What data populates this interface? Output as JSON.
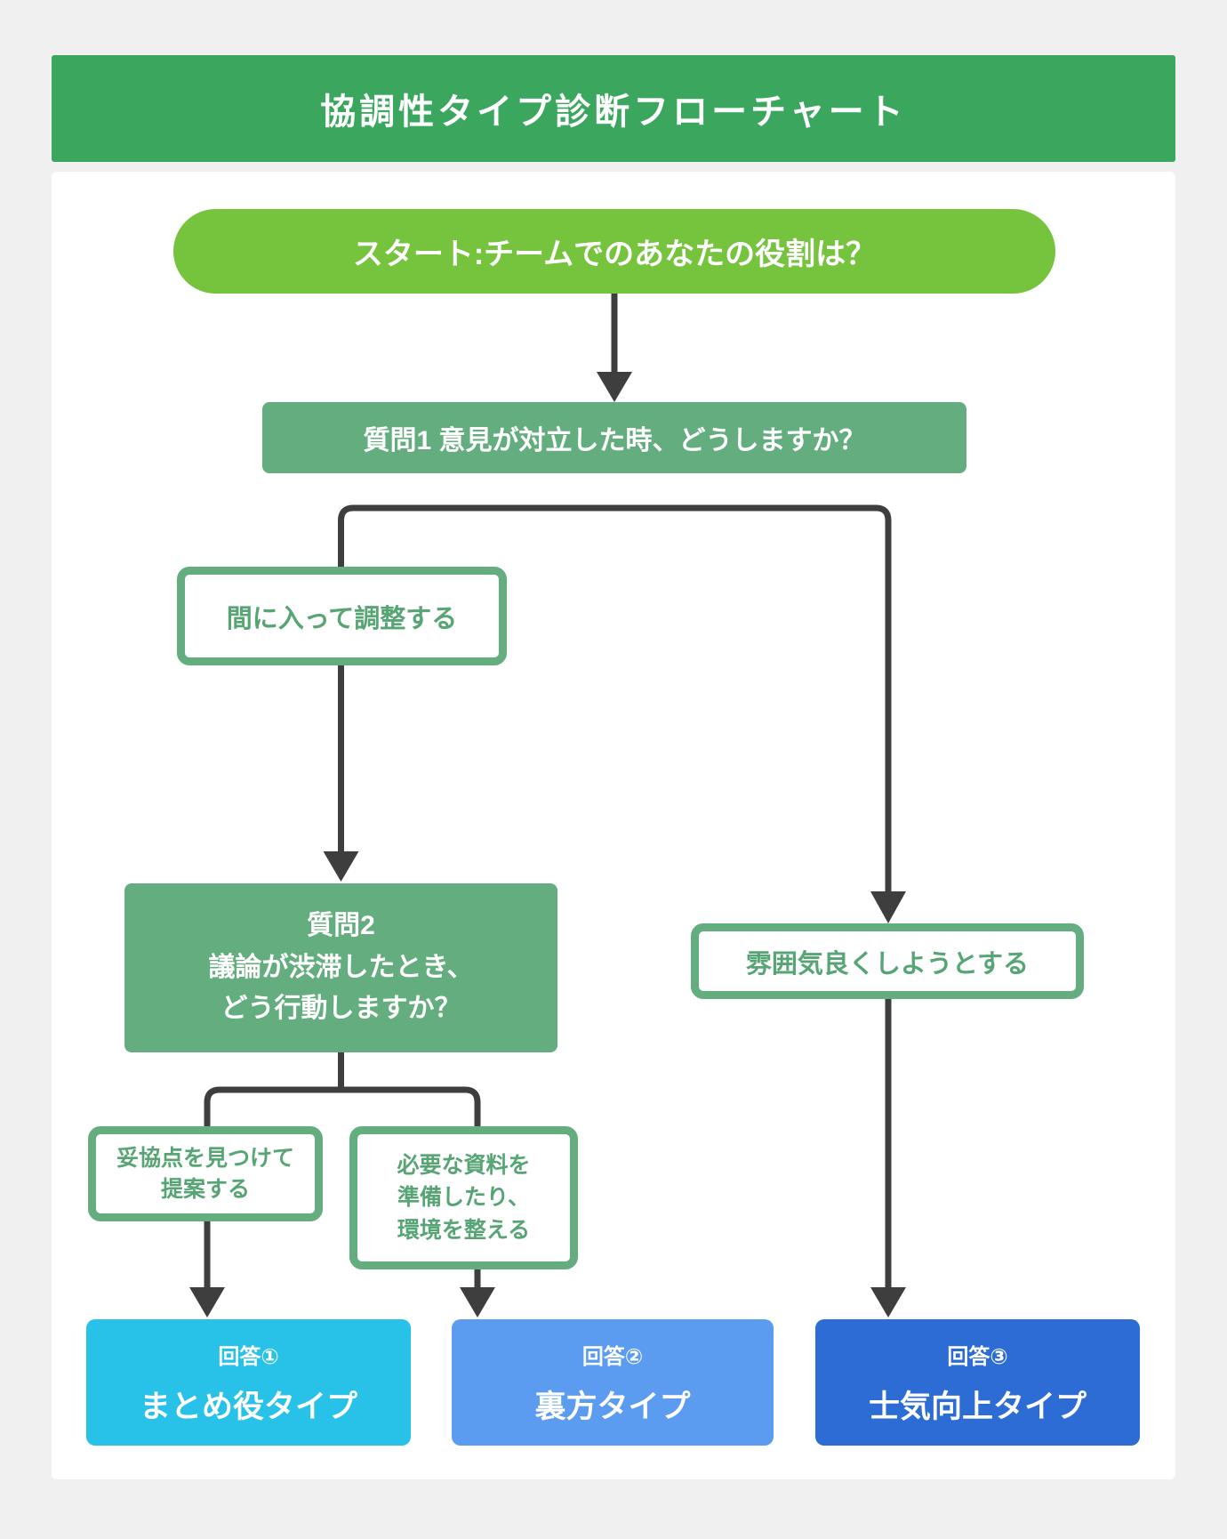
{
  "header": {
    "title": "協調性タイプ診断フローチャート"
  },
  "flow": {
    "start": {
      "label": "スタート:チームでのあなたの役割は？"
    },
    "q1": {
      "label": "質問1 意見が対立した時、どうしますか？"
    },
    "q1_options": {
      "mediate": {
        "label": "間に入って調整する"
      },
      "mood": {
        "label": "雰囲気良くしようとする"
      }
    },
    "q2": {
      "label": "質問2\n議論が渋滞したとき、\nどう行動しますか？"
    },
    "q2_options": {
      "compromise": {
        "label": "妥協点を見つけて\n提案する"
      },
      "prepare": {
        "label": "必要な資料を\n準備したり、\n環境を整える"
      }
    },
    "results": [
      {
        "badge": "回答①",
        "label": "まとめ役タイプ",
        "color": "#28c2e9"
      },
      {
        "badge": "回答②",
        "label": "裏方タイプ",
        "color": "#5b9bf0"
      },
      {
        "badge": "回答③",
        "label": "士気向上タイプ",
        "color": "#2c6cd4"
      }
    ]
  },
  "colors": {
    "page_background": "#f0f0f0",
    "header_green": "#3aa65e",
    "start_green": "#76c33e",
    "question_green": "#63ad7e",
    "option_text_green": "#57a574",
    "connector_gray": "#3e3e3e",
    "result1_cyan": "#28c2e9",
    "result2_blue": "#5b9bf0",
    "result3_blue": "#2c6cd4"
  }
}
